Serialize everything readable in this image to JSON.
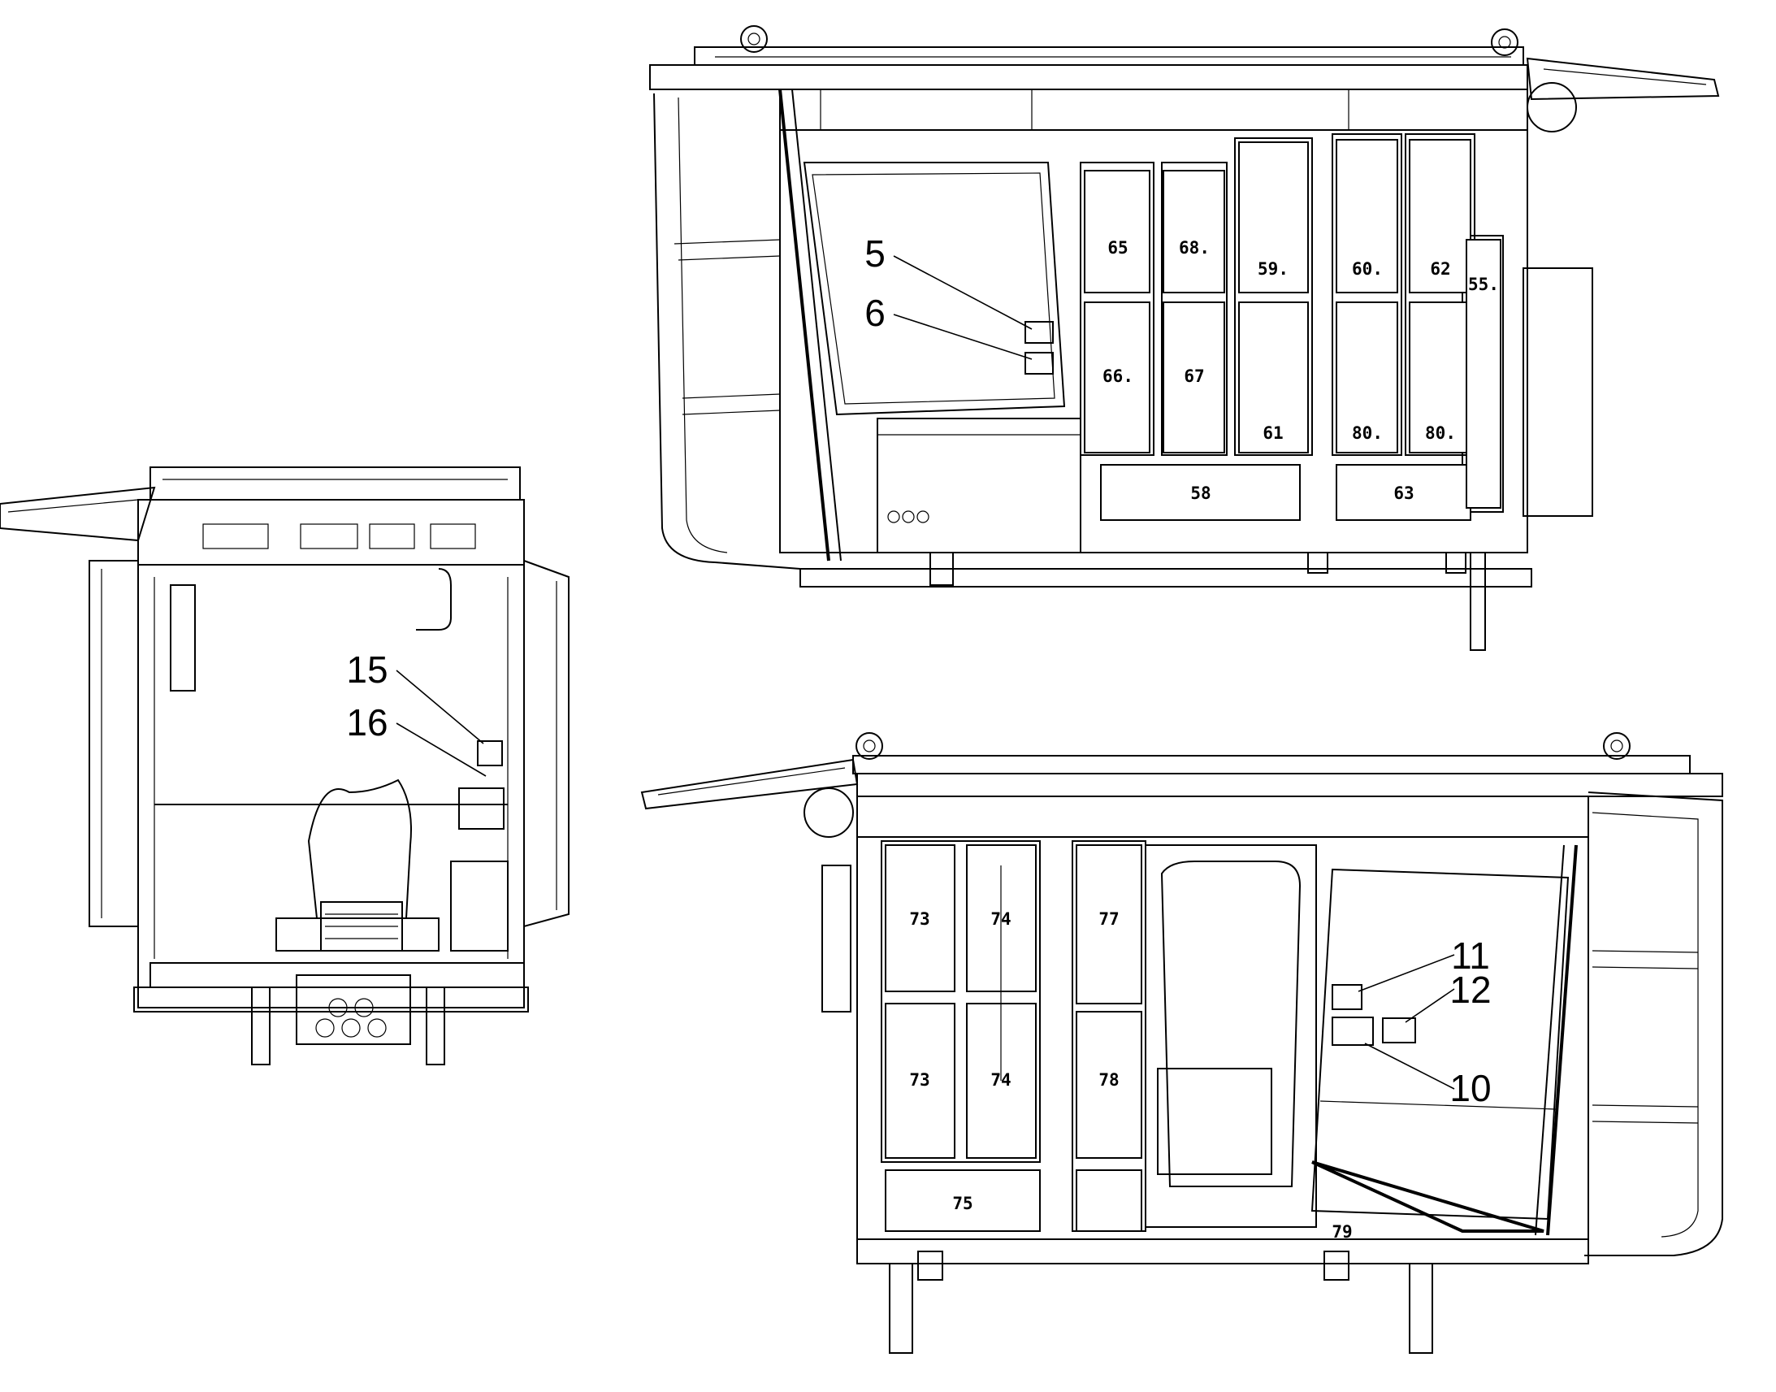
{
  "views": {
    "top_right": {
      "callouts": [
        "5",
        "6"
      ],
      "panels": [
        "65",
        "68.",
        "59.",
        "60.",
        "62",
        "55.",
        "66.",
        "67",
        "61",
        "80.",
        "80.",
        "58",
        "63"
      ]
    },
    "left": {
      "callouts": [
        "15",
        "16"
      ]
    },
    "bottom_right": {
      "callouts": [
        "11",
        "12",
        "10"
      ],
      "panels": [
        "73",
        "74",
        "77",
        "73",
        "74",
        "78",
        "75",
        "79"
      ]
    }
  }
}
